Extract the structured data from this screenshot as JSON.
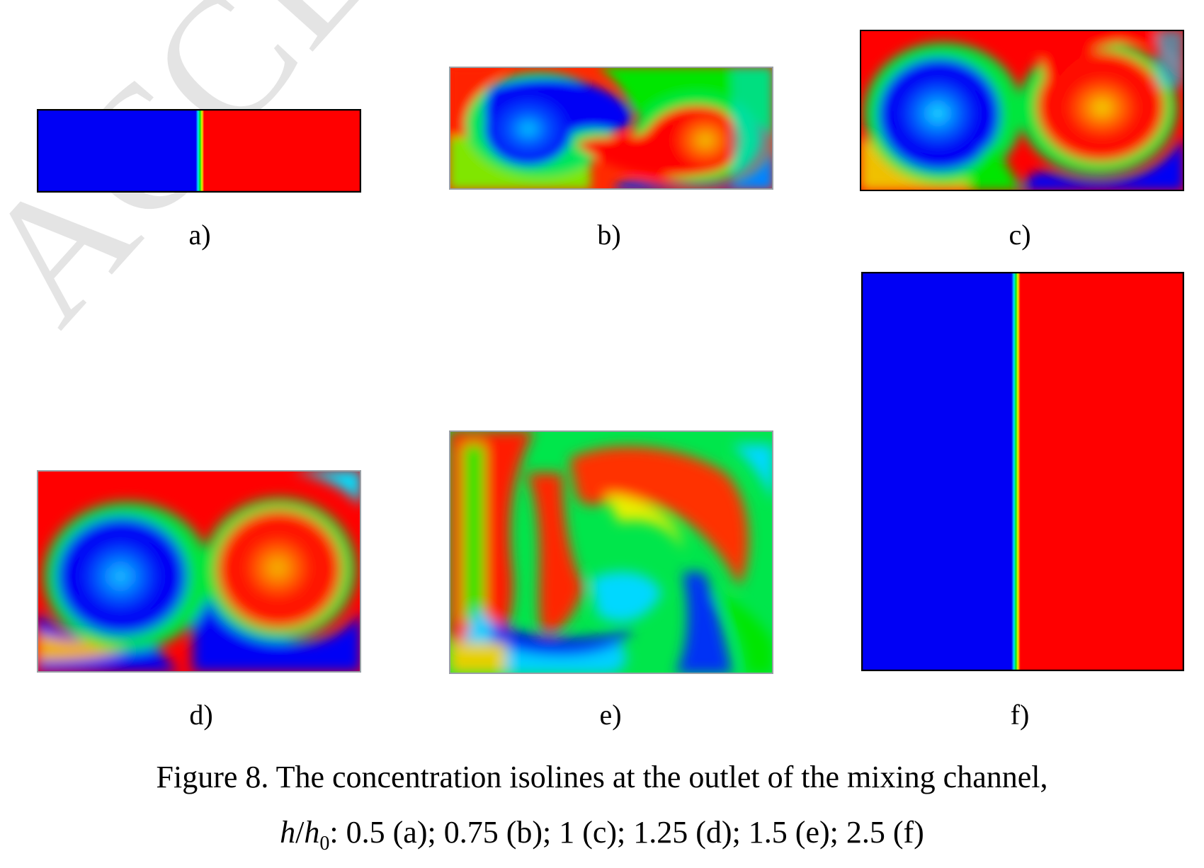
{
  "watermark": "ACCEPTED",
  "panels": [
    {
      "id": "a",
      "label": "a)"
    },
    {
      "id": "b",
      "label": "b)"
    },
    {
      "id": "c",
      "label": "c)"
    },
    {
      "id": "d",
      "label": "d)"
    },
    {
      "id": "e",
      "label": "e)"
    },
    {
      "id": "f",
      "label": "f)"
    }
  ],
  "colormap": {
    "blue": "#0000f5",
    "cyan": "#00e5ff",
    "green": "#00e61e",
    "yellow": "#f0f000",
    "orange": "#ff8a00",
    "red": "#ff0000"
  },
  "caption": {
    "line1": "Figure 8. The concentration isolines at the outlet of the mixing channel,",
    "line2_h": "h",
    "line2_slash": "/",
    "line2_h0": "h",
    "line2_sub": "0",
    "line2_rest": ": 0.5 (a); 0.75 (b); 1 (c); 1.25 (d); 1.5 (e); 2.5 (f)"
  }
}
